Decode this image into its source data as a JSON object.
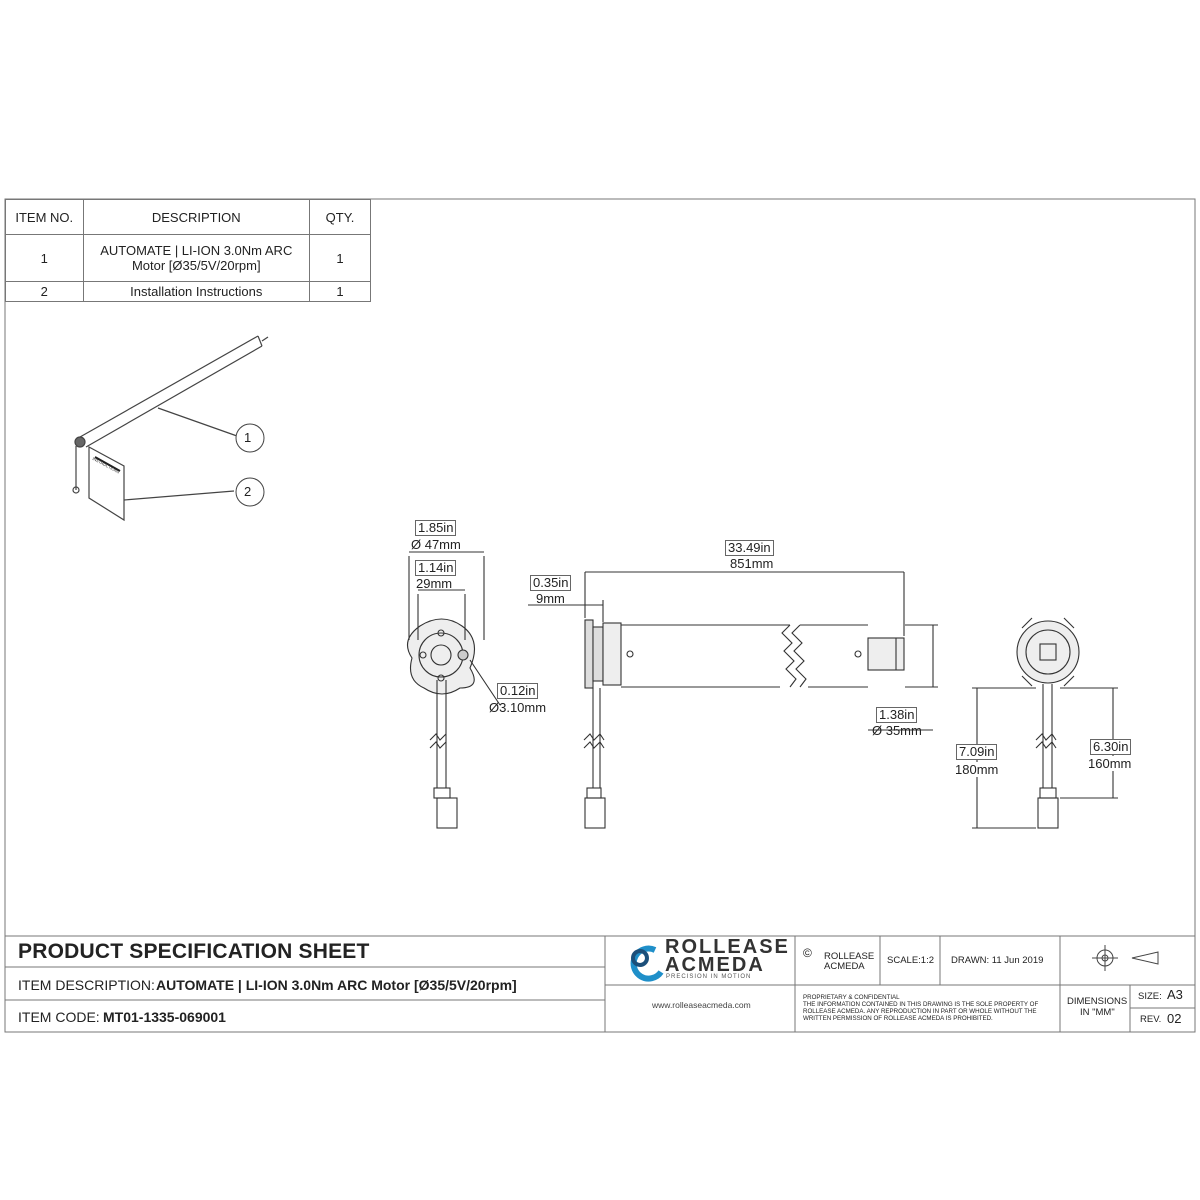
{
  "bom": {
    "headers": {
      "item": "ITEM NO.",
      "description": "DESCRIPTION",
      "qty": "QTY."
    },
    "rows": [
      {
        "item": "1",
        "description_line1": "AUTOMATE | LI-ION 3.0Nm ARC",
        "description_line2": "Motor [Ø35/5V/20rpm]",
        "qty": "1"
      },
      {
        "item": "2",
        "description_line1": "Installation Instructions",
        "description_line2": "",
        "qty": "1"
      }
    ]
  },
  "balloons": [
    "1",
    "2"
  ],
  "instructions_booklet_label": "INSTRUCTIONS",
  "dimensions": {
    "head_outer": {
      "in": "1.85in",
      "mm": "Ø 47mm"
    },
    "head_inner": {
      "in": "1.14in",
      "mm": "29mm"
    },
    "pin": {
      "in": "0.12in",
      "mm": "Ø3.10mm"
    },
    "flange": {
      "in": "0.35in",
      "mm": "9mm"
    },
    "length": {
      "in": "33.49in",
      "mm": "851mm"
    },
    "tube": {
      "in": "1.38in",
      "mm": "Ø 35mm"
    },
    "cable_long": {
      "in": "7.09in",
      "mm": "180mm"
    },
    "cable_short": {
      "in": "6.30in",
      "mm": "160mm"
    }
  },
  "title_block": {
    "sheet_title": "PRODUCT SPECIFICATION SHEET",
    "item_description_label": "ITEM DESCRIPTION:",
    "item_description_value": "AUTOMATE | LI-ION 3.0Nm ARC Motor [Ø35/5V/20rpm]",
    "item_code_label": "ITEM CODE:",
    "item_code_value": "MT01-1335-069001",
    "logo_line1": "ROLLEASE",
    "logo_line2": "ACMEDA",
    "logo_tagline": "PRECISION IN MOTION",
    "website": "www.rolleaseacmeda.com",
    "copyright_symbol": "©",
    "copyright_line1": "ROLLEASE",
    "copyright_line2": "ACMEDA",
    "scale": "SCALE:1:2",
    "drawn": "DRAWN:  11 Jun 2019",
    "proprietary_line1": "PROPRIETARY & CONFIDENTIAL",
    "proprietary_line2": "THE INFORMATION CONTAINED IN THIS DRAWING IS THE SOLE PROPERTY OF",
    "proprietary_line3": "ROLLEASE ACMEDA.  ANY REPRODUCTION IN PART OR WHOLE WITHOUT THE",
    "proprietary_line4": "WRITTEN PERMISSION OF ROLLEASE ACMEDA IS PROHIBITED.",
    "dimensions_line1": "DIMENSIONS",
    "dimensions_line2": "IN \"MM\"",
    "size_label": "SIZE:",
    "size_value": "A3",
    "rev_label": "REV.",
    "rev_value": "02"
  },
  "colors": {
    "line": "#333333",
    "border": "#777777",
    "logo_blue": "#1f8fc9",
    "logo_dark": "#1b4f7a"
  }
}
